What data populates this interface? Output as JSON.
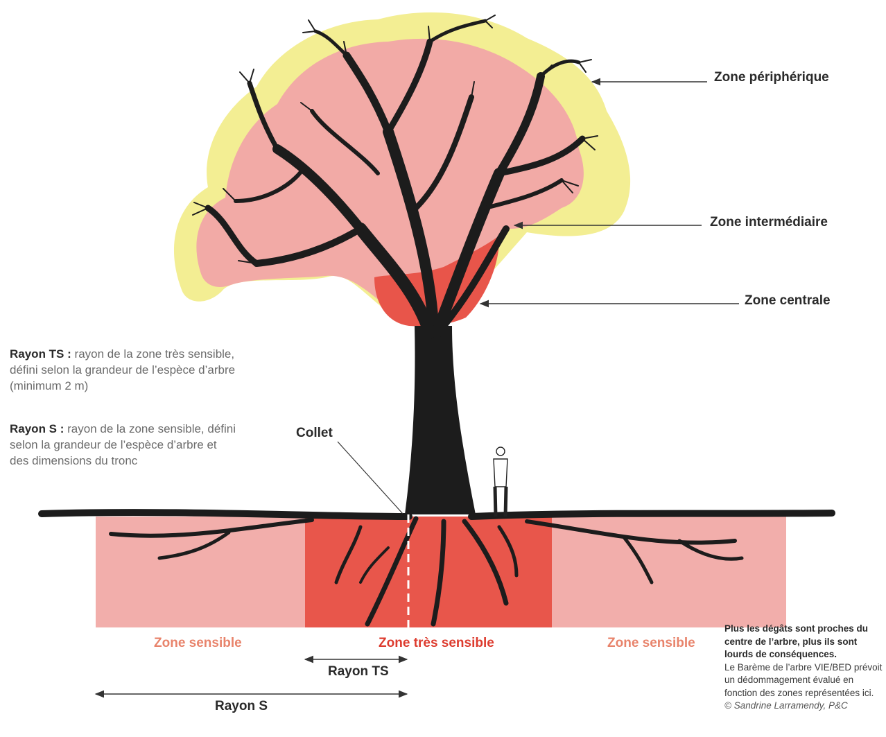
{
  "crown_labels": {
    "peripheral": "Zone périphérique",
    "intermediate": "Zone intermédiaire",
    "central": "Zone centrale"
  },
  "collet_label": "Collet",
  "definitions": {
    "rayon_ts_term": "Rayon TS :",
    "rayon_ts_text": "rayon de la zone très sensible, défini selon la grandeur de l’espèce d’arbre (minimum 2 m)",
    "rayon_s_term": "Rayon S :",
    "rayon_s_text": "rayon de la zone sensible, défini selon la grandeur de l’espèce d’arbre et des dimensions du tronc"
  },
  "ground_zones": {
    "left": "Zone sensible",
    "center": "Zone très sensible",
    "right": "Zone sensible"
  },
  "radius_labels": {
    "ts": "Rayon TS",
    "s": "Rayon S"
  },
  "note": {
    "bold": "Plus les dégâts sont proches du centre de l’arbre, plus ils sont lourds de conséquences.",
    "text": "Le Barème de l’arbre VIE/BED prévoit un dédommagement évalué en fonction des zones représentées ici.",
    "credit": "© Sandrine Larramendy, P&C"
  },
  "colors": {
    "peripheral": "#f3ee93",
    "intermediate": "#f2aaa6",
    "central": "#e8554a",
    "sensitive_soil": "#f2aeab",
    "very_sensitive_soil": "#e8564b",
    "label_sensitive": "#e8836b",
    "label_very_sensitive": "#dd3b2e",
    "wood": "#1c1c1c"
  }
}
